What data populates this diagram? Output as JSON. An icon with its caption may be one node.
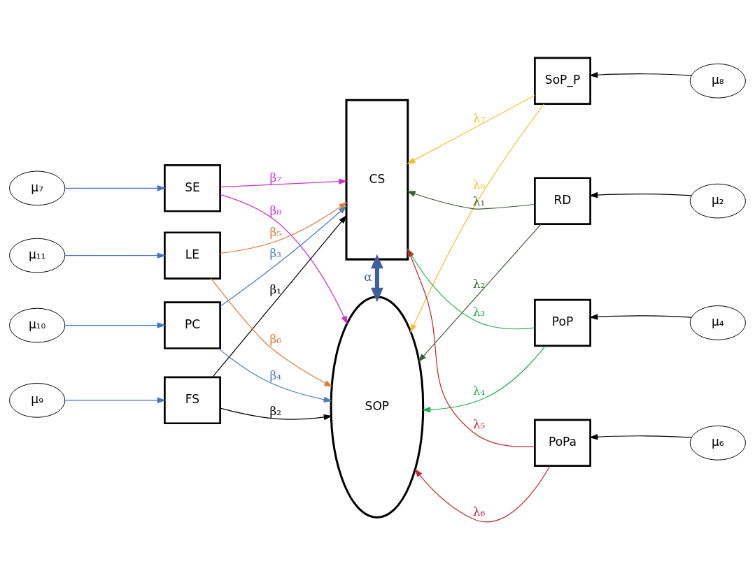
{
  "diagram": {
    "nodes": [
      {
        "text": [
          "CS"
        ]
      },
      {
        "text": [
          "SE"
        ]
      },
      {
        "text": [
          "FS"
        ]
      },
      {
        "text": [
          "PC"
        ]
      },
      {
        "text": [
          "LE"
        ]
      },
      {
        "text": [
          "SOP"
        ]
      },
      {
        "text": [
          "SoP_P"
        ]
      },
      {
        "text": [
          "RD"
        ]
      },
      {
        "text": [
          "PoP"
        ]
      },
      {
        "text": [
          "PoPa"
        ]
      },
      {
        "text": [
          "μ₇"
        ]
      },
      {
        "text": [
          "μ₉"
        ]
      },
      {
        "text": [
          "μ₁₀"
        ]
      },
      {
        "text": [
          "μ₁₁"
        ]
      },
      {
        "text": [
          "μ₈"
        ]
      },
      {
        "text": [
          "μ₂"
        ]
      },
      {
        "text": [
          "μ₄"
        ]
      },
      {
        "text": [
          "μ₆"
        ]
      }
    ],
    "edges": [
      {
        "from": 1,
        "to": 0,
        "arrow": "to",
        "label": "β₇",
        "color": "#cc33cc"
      },
      {
        "from": 1,
        "to": 5,
        "arrow": "to",
        "label": "β₈",
        "color": "#cc33cc"
      },
      {
        "from": 2,
        "to": 0,
        "arrow": "to",
        "label": "β₁"
      },
      {
        "from": 2,
        "to": 5,
        "arrow": "to",
        "label": "β₂"
      },
      {
        "from": 3,
        "to": 0,
        "arrow": "to",
        "label": "β₃",
        "color": "#4a7ebb"
      },
      {
        "from": 3,
        "to": 5,
        "arrow": "to",
        "label": "β₄",
        "color": "#4a7ebb"
      },
      {
        "from": 4,
        "to": 0,
        "arrow": "to",
        "label": "β₅",
        "color": "#e07b39"
      },
      {
        "from": 4,
        "to": 5,
        "arrow": "to",
        "label": "β₆",
        "color": "#e07b39"
      },
      {
        "from": 0,
        "to": 5,
        "arrow": "both",
        "label": "α",
        "style": "thick",
        "color": "#3f5f9f"
      },
      {
        "from": 6,
        "to": 0,
        "arrow": "to",
        "label": "λ₇",
        "color": "#f2c12e"
      },
      {
        "from": 6,
        "to": 5,
        "arrow": "to",
        "label": "λ₈",
        "color": "#f2c12e"
      },
      {
        "from": 7,
        "to": 0,
        "arrow": "to",
        "label": "λ₁",
        "color": "#3e5c2f"
      },
      {
        "from": 7,
        "to": 5,
        "arrow": "to",
        "label": "λ₂",
        "color": "#3e5c2f"
      },
      {
        "from": 8,
        "to": 0,
        "arrow": "to",
        "label": "λ₃",
        "color": "#22b14c"
      },
      {
        "from": 8,
        "to": 5,
        "arrow": "to",
        "label": "λ₄",
        "color": "#22b14c"
      },
      {
        "from": 9,
        "to": 0,
        "arrow": "to",
        "label": "λ₅",
        "color": "#c0282d"
      },
      {
        "from": 9,
        "to": 5,
        "arrow": "to",
        "label": "λ₆",
        "color": "#c0282d"
      },
      {
        "from": 10,
        "to": 1,
        "arrow": "to",
        "color": "#4472c4"
      },
      {
        "from": 11,
        "to": 2,
        "arrow": "to",
        "color": "#4472c4"
      },
      {
        "from": 12,
        "to": 3,
        "arrow": "to",
        "color": "#4472c4"
      },
      {
        "from": 13,
        "to": 4,
        "arrow": "to",
        "color": "#4472c4"
      },
      {
        "from": 14,
        "to": 6,
        "arrow": "to"
      },
      {
        "from": 15,
        "to": 7,
        "arrow": "to"
      },
      {
        "from": 16,
        "to": 8,
        "arrow": "to"
      },
      {
        "from": 17,
        "to": 9,
        "arrow": "to"
      }
    ]
  }
}
